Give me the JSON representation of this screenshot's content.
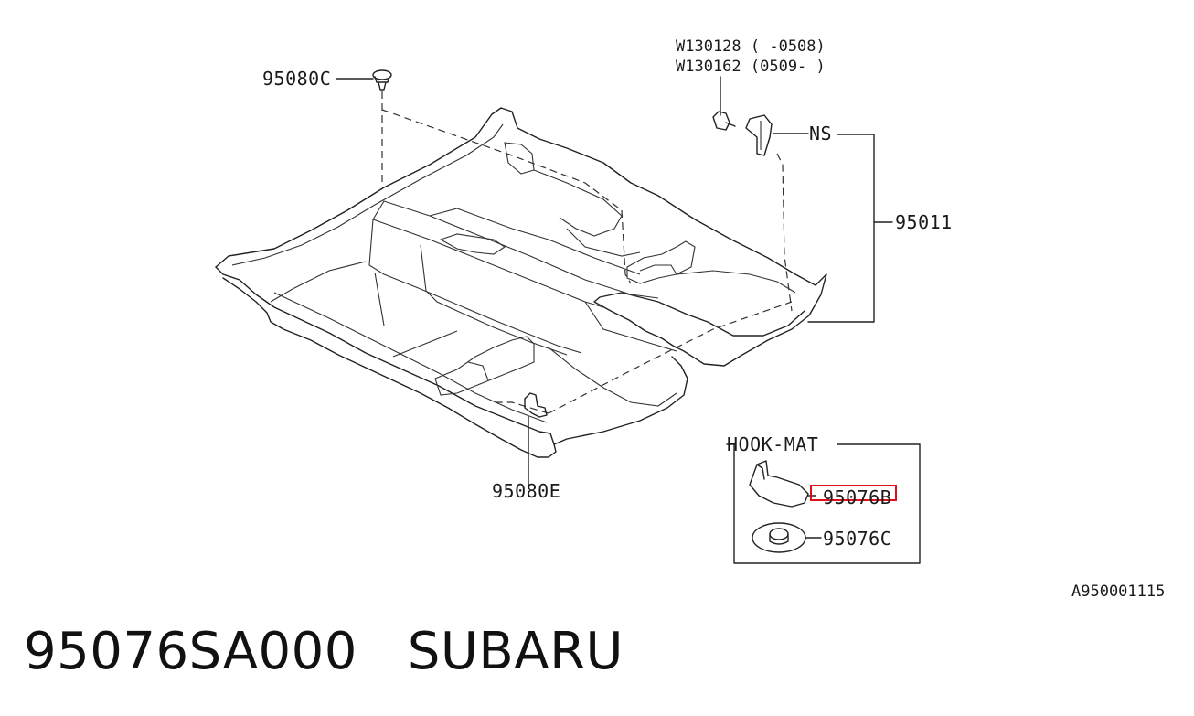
{
  "callouts": {
    "clip_top": "95080C",
    "clip_bottom": "95080E",
    "bolt_1": "W130128 ( -0508)",
    "bolt_2": "W130162 (0509- )",
    "ns": "NS",
    "mat": "95011",
    "hook_group": "HOOK-MAT",
    "hook_part_b": "95076B",
    "hook_part_c": "95076C"
  },
  "diagram_code": "A950001115",
  "part": {
    "number": "95076SA000",
    "brand": "SUBARU"
  },
  "colors": {
    "line": "#222222",
    "highlight": "#e0101a"
  }
}
